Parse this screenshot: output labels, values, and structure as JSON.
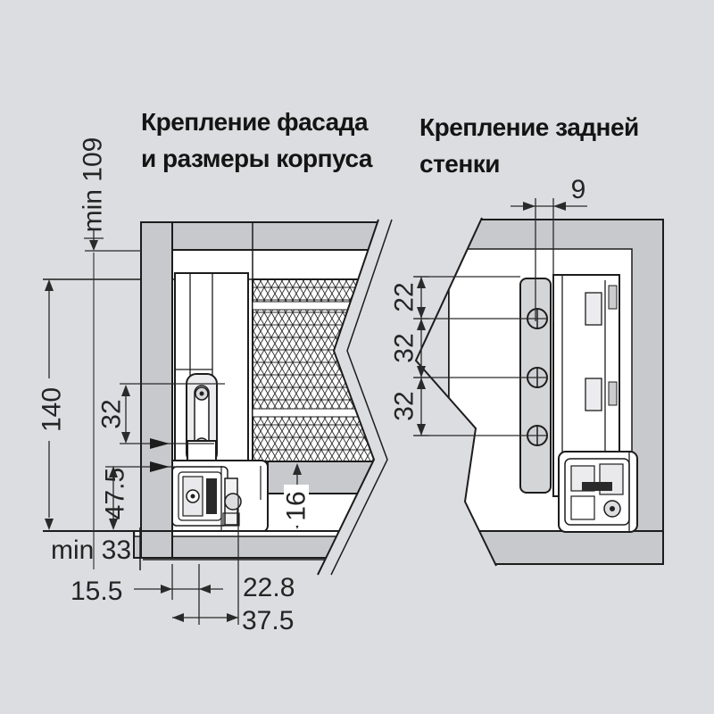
{
  "titles": {
    "facade": {
      "line1": "Крепление фасада",
      "line2": "и размеры корпуса"
    },
    "back": {
      "line1": "Крепление задней",
      "line2": "стенки"
    }
  },
  "dims": {
    "facade": {
      "min109": "min 109",
      "h140": "140",
      "s32": "32",
      "b47_5": "47.5",
      "min33": "min 33",
      "w15_5": "15.5",
      "w22_8": "22.8",
      "w37_5": "37.5",
      "c16": "16"
    },
    "back": {
      "o9": "9",
      "g22": "22",
      "s32a": "32",
      "s32b": "32"
    }
  },
  "colors": {
    "background": "#dcdde0",
    "panel_gray": "#c8c9cc",
    "line": "#1c1c1c",
    "white": "#ffffff"
  }
}
